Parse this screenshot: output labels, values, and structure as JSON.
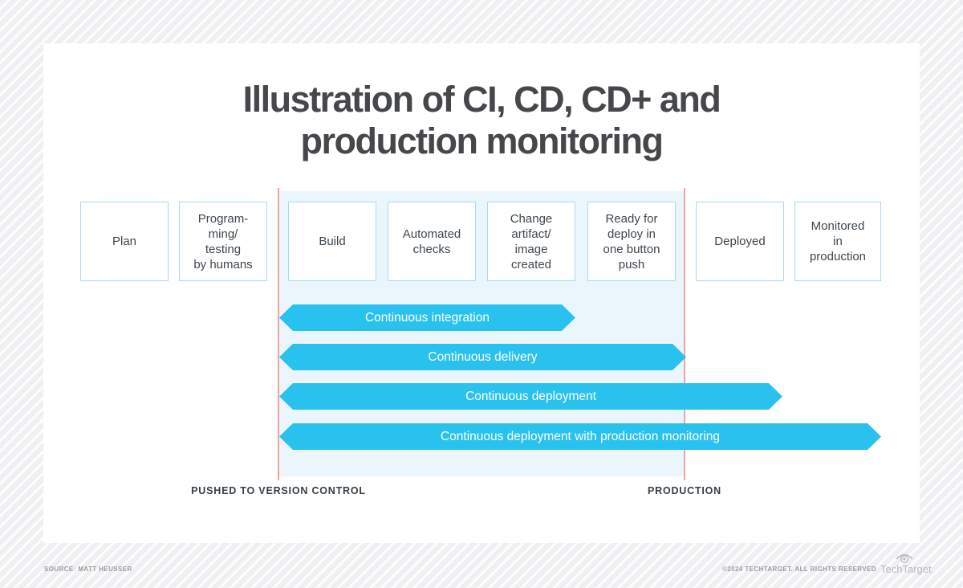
{
  "title": {
    "line1": "Illustration of CI, CD, CD+ and",
    "line2": "production monitoring"
  },
  "stages": [
    {
      "label": "Plan"
    },
    {
      "label": "Program-\nming/\ntesting\nby humans"
    },
    {
      "label": "Build"
    },
    {
      "label": "Automated\nchecks"
    },
    {
      "label": "Change\nartifact/\nimage\ncreated"
    },
    {
      "label": "Ready for\ndeploy in\none button\npush"
    },
    {
      "label": "Deployed"
    },
    {
      "label": "Monitored\nin\nproduction"
    }
  ],
  "arrows": [
    {
      "label": "Continuous integration"
    },
    {
      "label": "Continuous delivery"
    },
    {
      "label": "Continuous deployment"
    },
    {
      "label": "Continuous deployment with production monitoring"
    }
  ],
  "axis_labels": {
    "left": "PUSHED TO VERSION CONTROL",
    "right": "PRODUCTION"
  },
  "footer": {
    "source": "SOURCE: MATT HEUSSER",
    "copyright": "©2024 TECHTARGET. ALL RIGHTS RESERVED",
    "brand": "TechTarget"
  },
  "colors": {
    "arrow_cyan": "#29c2ee",
    "region_blue": "#ebf6fc",
    "marker_line_red": "#f2a39b",
    "box_border_blue": "#a7dbf2",
    "title_text": "#45474a",
    "footer_gray": "#9c9c9e"
  }
}
